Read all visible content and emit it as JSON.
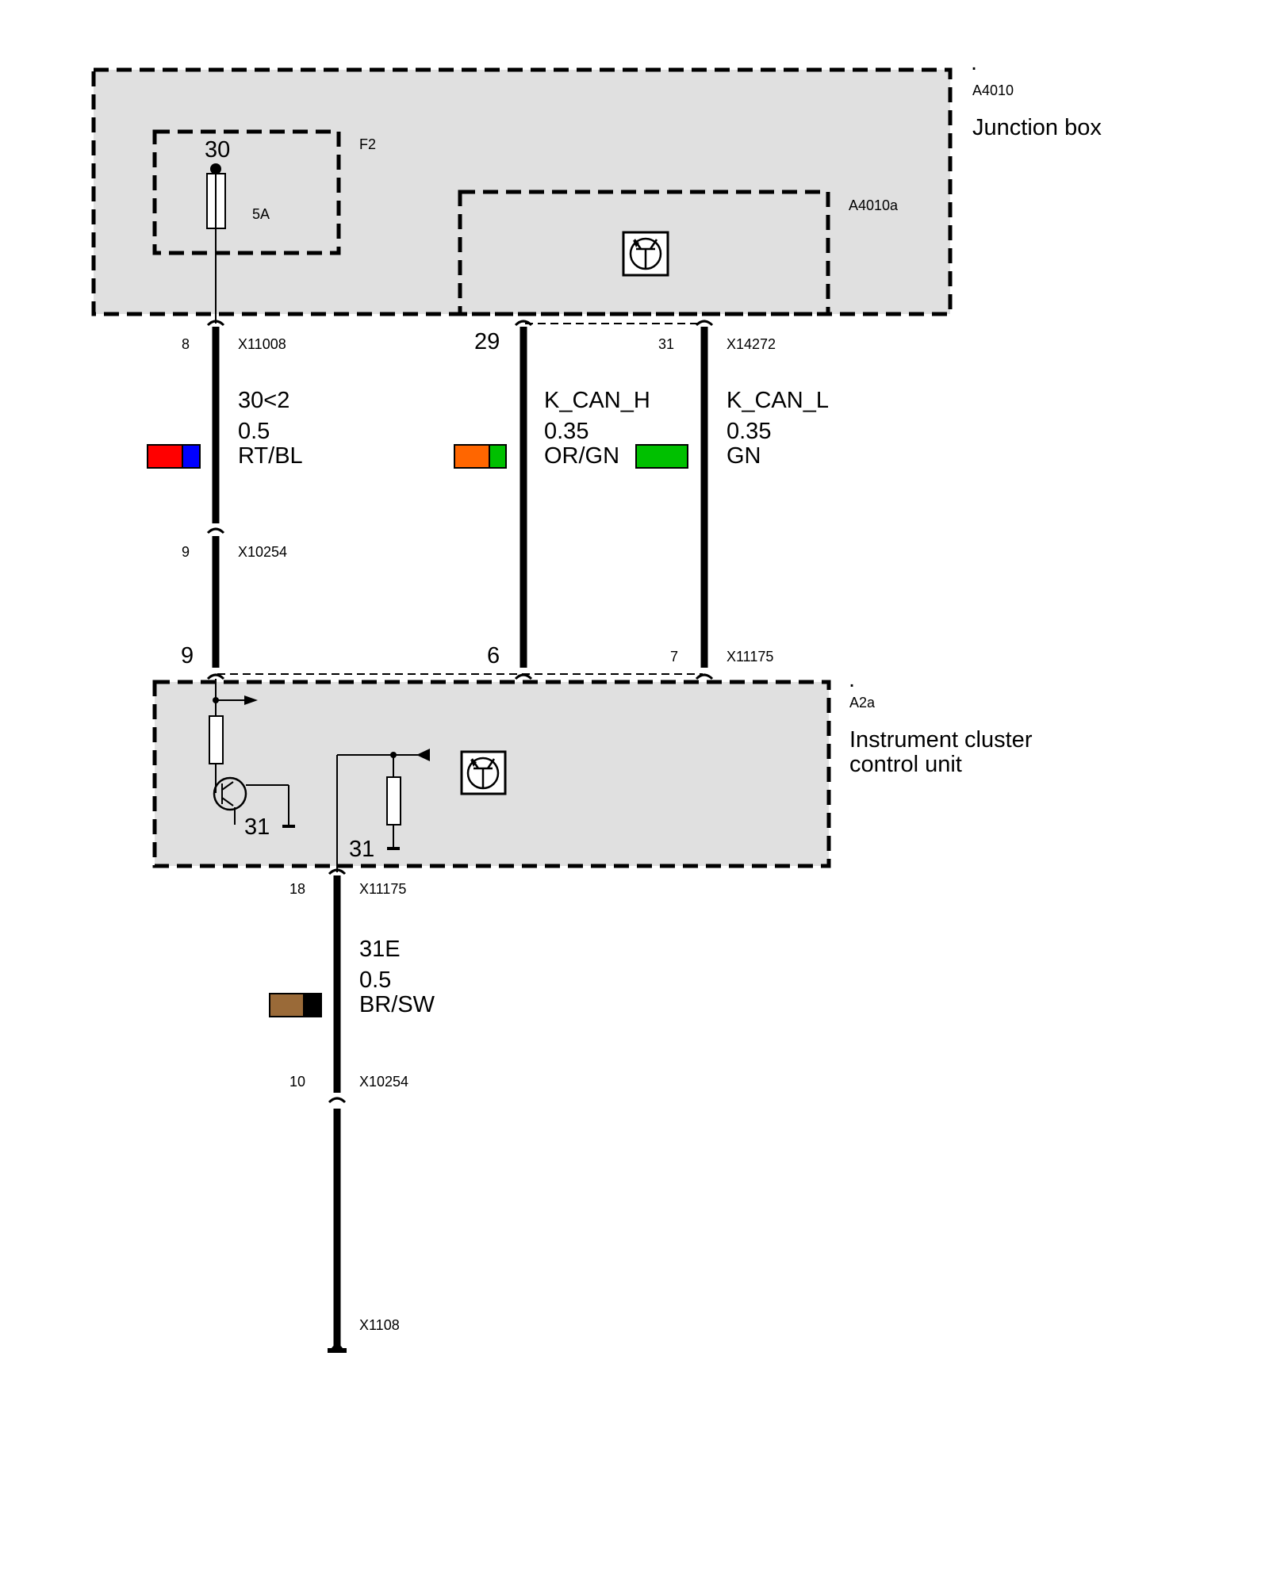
{
  "junction_box": {
    "dot": ".",
    "id": "A4010",
    "name": "Junction box"
  },
  "fuse": {
    "id": "F2",
    "terminal": "30",
    "rating": "5A"
  },
  "junction_module": {
    "id": "A4010a"
  },
  "instrument_cluster": {
    "dot": ".",
    "id": "A2a",
    "name_line1": "Instrument cluster",
    "name_line2": "control unit",
    "ground_left": "31",
    "ground_right": "31"
  },
  "wire_power": {
    "top_pin": "8",
    "top_connector": "X11008",
    "signal": "30<2",
    "size": "0.5",
    "color_code": "RT/BL",
    "colors": [
      "#ff0000",
      "#0000ff"
    ],
    "mid_pin": "9",
    "mid_connector": "X10254",
    "bottom_pin": "9"
  },
  "wire_can_h": {
    "top_pin": "29",
    "signal": "K_CAN_H",
    "size": "0.35",
    "color_code": "OR/GN",
    "colors": [
      "#ff6600",
      "#00c000"
    ],
    "bottom_pin": "6"
  },
  "wire_can_l": {
    "top_pin": "31",
    "top_connector": "X14272",
    "signal": "K_CAN_L",
    "size": "0.35",
    "color_code": "GN",
    "colors": [
      "#00c000"
    ],
    "bottom_pin": "7",
    "bottom_connector": "X11175"
  },
  "wire_ground": {
    "top_pin": "18",
    "top_connector": "X11175",
    "signal": "31E",
    "size": "0.5",
    "color_code": "BR/SW",
    "colors": [
      "#9a6a38",
      "#000000"
    ],
    "mid_pin": "10",
    "mid_connector": "X10254",
    "end_connector": "X1108"
  }
}
